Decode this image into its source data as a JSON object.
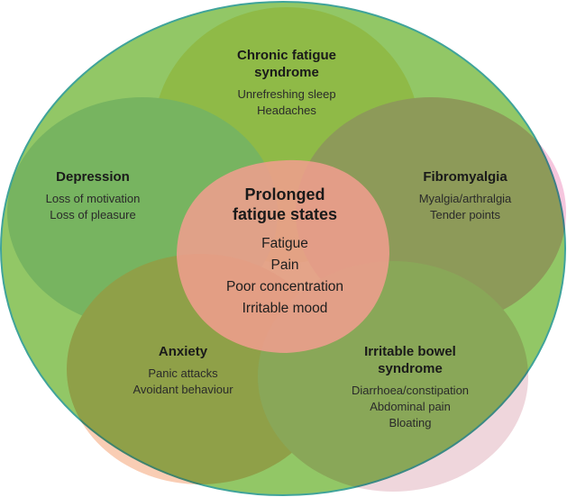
{
  "colors": {
    "outer_fill": "#92c766",
    "outer_border": "#3fa39a",
    "chronic_fatigue": "#f9efb0",
    "depression": "#cfe7f0",
    "fibromyalgia": "#f6c6de",
    "anxiety": "#f9cdb4",
    "ibs": "#efd6dc",
    "center": "#f29d8f"
  },
  "center": {
    "title_line1": "Prolonged",
    "title_line2": "fatigue states",
    "items": [
      "Fatigue",
      "Pain",
      "Poor concentration",
      "Irritable mood"
    ]
  },
  "conditions": {
    "chronic_fatigue": {
      "title_line1": "Chronic fatigue",
      "title_line2": "syndrome",
      "items": [
        "Unrefreshing sleep",
        "Headaches"
      ]
    },
    "depression": {
      "title_line1": "Depression",
      "items": [
        "Loss of motivation",
        "Loss of pleasure"
      ]
    },
    "fibromyalgia": {
      "title_line1": "Fibromyalgia",
      "items": [
        "Myalgia/arthralgia",
        "Tender points"
      ]
    },
    "anxiety": {
      "title_line1": "Anxiety",
      "items": [
        "Panic attacks",
        "Avoidant behaviour"
      ]
    },
    "ibs": {
      "title_line1": "Irritable bowel",
      "title_line2": "syndrome",
      "items": [
        "Diarrhoea/constipation",
        "Abdominal pain",
        "Bloating"
      ]
    }
  }
}
